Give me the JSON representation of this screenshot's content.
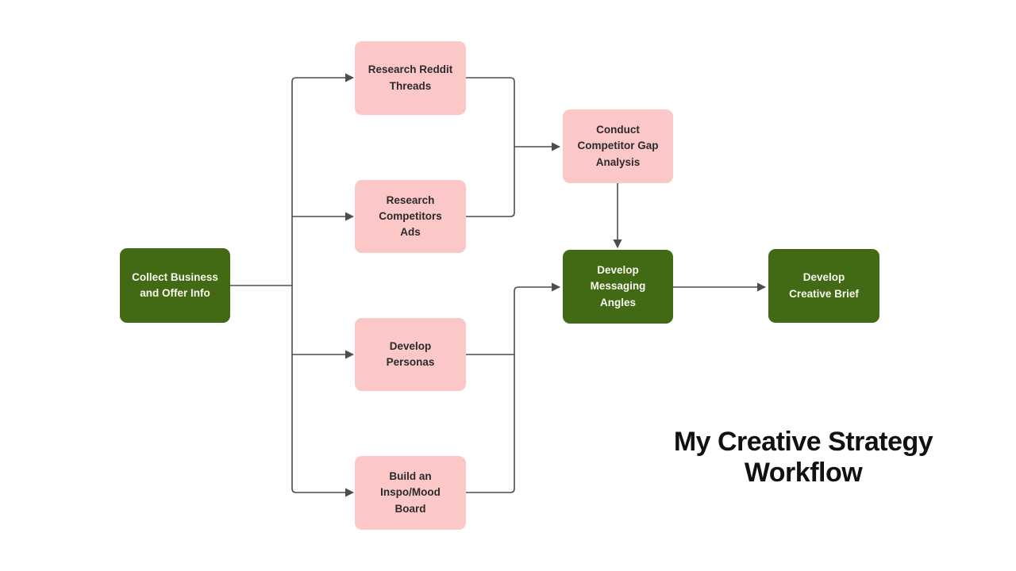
{
  "title": "My Creative Strategy Workflow",
  "colors": {
    "background": "#ffffff",
    "green-node": "#426913",
    "green-node-text": "#f7f7ef",
    "pink-node": "#fbc7c7",
    "pink-node-text": "#2b2b2b",
    "line": "#4d4d4d",
    "title-text": "#111111"
  },
  "diagram": {
    "type": "flowchart",
    "nodes": [
      {
        "id": "collect_business_offer_info",
        "label": "Collect Business and Offer Info",
        "color": "green"
      },
      {
        "id": "research_reddit_threads",
        "label": "Research Reddit Threads",
        "color": "pink"
      },
      {
        "id": "research_competitors_ads",
        "label": "Research Competitors Ads",
        "color": "pink"
      },
      {
        "id": "conduct_competitor_gap_analysis",
        "label": "Conduct Competitor Gap Analysis",
        "color": "pink"
      },
      {
        "id": "develop_personas",
        "label": "Develop Personas",
        "color": "pink"
      },
      {
        "id": "build_inspo_mood_board",
        "label": "Build an Inspo/Mood Board",
        "color": "pink"
      },
      {
        "id": "develop_messaging_angles",
        "label": "Develop Messaging Angles",
        "color": "green"
      },
      {
        "id": "develop_creative_brief",
        "label": "Develop Creative Brief",
        "color": "green"
      }
    ],
    "edges": [
      {
        "from": "collect_business_offer_info",
        "to": "research_reddit_threads"
      },
      {
        "from": "collect_business_offer_info",
        "to": "research_competitors_ads"
      },
      {
        "from": "collect_business_offer_info",
        "to": "develop_personas"
      },
      {
        "from": "collect_business_offer_info",
        "to": "build_inspo_mood_board"
      },
      {
        "from": "research_reddit_threads",
        "to": "conduct_competitor_gap_analysis"
      },
      {
        "from": "research_competitors_ads",
        "to": "conduct_competitor_gap_analysis"
      },
      {
        "from": "conduct_competitor_gap_analysis",
        "to": "develop_messaging_angles"
      },
      {
        "from": "develop_personas",
        "to": "develop_messaging_angles"
      },
      {
        "from": "build_inspo_mood_board",
        "to": "develop_messaging_angles"
      },
      {
        "from": "develop_messaging_angles",
        "to": "develop_creative_brief"
      }
    ]
  }
}
